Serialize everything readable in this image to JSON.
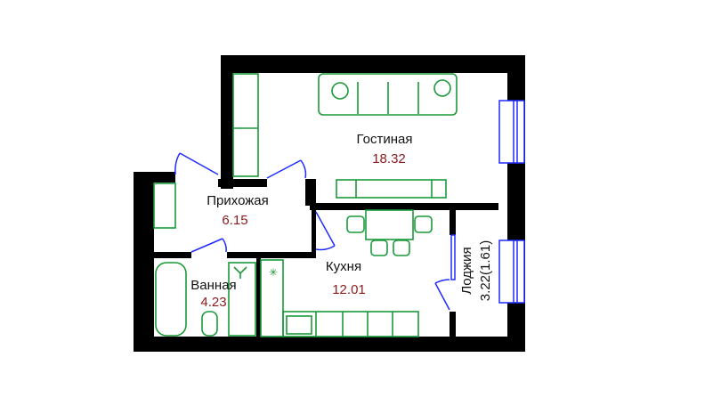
{
  "plan": {
    "colors": {
      "wall": "#000000",
      "furniture": "#1a9a3a",
      "door_window": "#1f2bff",
      "area_text": "#8b1a1a"
    },
    "rooms": [
      {
        "name": "Гостиная",
        "area": "18.32"
      },
      {
        "name": "Прихожая",
        "area": "6.15"
      },
      {
        "name": "Кухня",
        "area": "12.01"
      },
      {
        "name": "Ванная",
        "area": "4.23"
      },
      {
        "name": "Лоджия",
        "area": "3.22(1.61)"
      }
    ]
  }
}
